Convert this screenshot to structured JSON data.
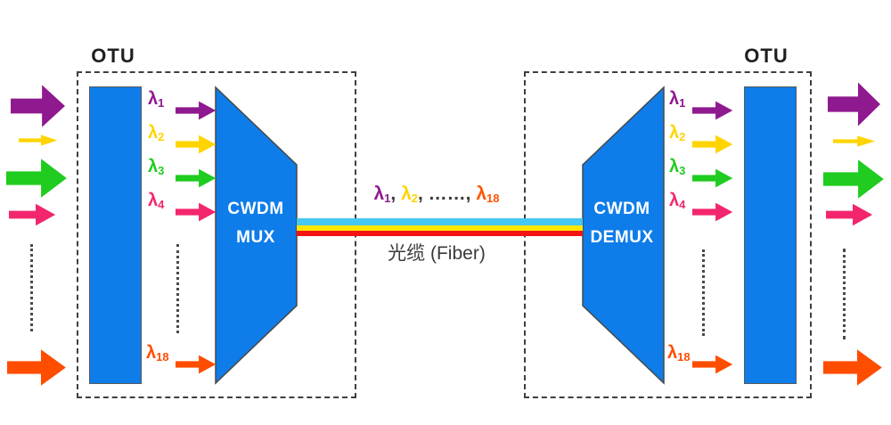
{
  "colors": {
    "blue": "#0E7DE9",
    "text_dark": "#3A3A3A"
  },
  "left_otu": {
    "label": "OTU",
    "mux_line1": "CWDM",
    "mux_line2": "MUX"
  },
  "right_otu": {
    "label": "OTU",
    "demux_line1": "CWDM",
    "demux_line2": "DEMUX"
  },
  "channels": [
    {
      "base": "λ",
      "sub": "1",
      "color": "#8F198F"
    },
    {
      "base": "λ",
      "sub": "2",
      "color": "#FFD400"
    },
    {
      "base": "λ",
      "sub": "3",
      "color": "#1FCC1F"
    },
    {
      "base": "λ",
      "sub": "4",
      "color": "#F3256E"
    },
    {
      "base": "λ",
      "sub": "18",
      "color": "#FF4D00"
    }
  ],
  "input_arrows": [
    "#8F198F",
    "#FFD400",
    "#1FCC1F",
    "#F3256E",
    "#FF4D00"
  ],
  "fiber": {
    "label_parts": [
      {
        "text": "λ",
        "sub": "1",
        "color": "#8F198F"
      },
      {
        "text": ", ",
        "color": "#3A3A3A"
      },
      {
        "text": "λ",
        "sub": "2",
        "color": "#FFD400"
      },
      {
        "text": ", ……, ",
        "color": "#3A3A3A"
      },
      {
        "text": "λ",
        "sub": "18",
        "color": "#FF5500"
      }
    ],
    "cable_label": "光缆 (Fiber)",
    "stripe_colors": [
      "#45C8F2",
      "#FFE600",
      "#F51414"
    ]
  }
}
